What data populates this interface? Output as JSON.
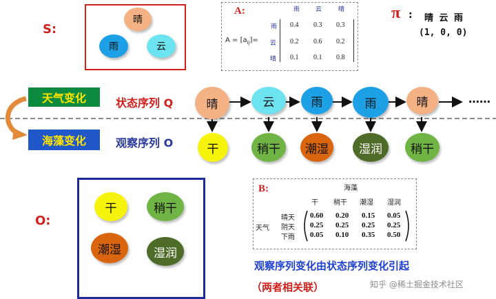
{
  "states": {
    "sunny": "晴",
    "cloudy": "云",
    "rainy": "雨"
  },
  "obs": {
    "dry": "干",
    "dryish": "稍干",
    "damp": "潮湿",
    "soggy": "湿润"
  },
  "labels": {
    "S": "S:",
    "A": "A:",
    "pi": "π",
    "pi_colon": ":",
    "pi_states": "晴 云 雨",
    "pi_values": "(1, 0, 0)",
    "aij": "A = [a",
    "aij_sub": "ij",
    "aij_end": "]=",
    "weather_change": "天气变化",
    "seaweed_change": "海藻变化",
    "state_seq": "状态序列 Q",
    "obs_seq": "观察序列 O",
    "O": "O:",
    "B": "B:",
    "seaweed": "海藻",
    "weather": "天气",
    "b_rows": [
      "晴天",
      "阴天",
      "下雨"
    ],
    "conclusion1": "观察序列变化由状态序列变化引起",
    "conclusion2": "（两者相关联）",
    "watermark": "知乎 @稀土掘金技术社区",
    "ellipsis": "……"
  },
  "A_matrix": {
    "cols": [
      "雨",
      "云",
      "晴"
    ],
    "rows": [
      "雨",
      "云",
      "晴"
    ],
    "values": [
      [
        "0.4",
        "0.3",
        "0.3"
      ],
      [
        "0.2",
        "0.6",
        "0.2"
      ],
      [
        "0.1",
        "0.1",
        "0.8"
      ]
    ]
  },
  "B_matrix": {
    "cols": [
      "干",
      "稍干",
      "潮湿",
      "湿润"
    ],
    "values": [
      [
        "0.60",
        "0.20",
        "0.15",
        "0.05"
      ],
      [
        "0.25",
        "0.25",
        "0.25",
        "0.25"
      ],
      [
        "0.05",
        "0.10",
        "0.35",
        "0.50"
      ]
    ]
  },
  "sequence": {
    "states": [
      "晴",
      "云",
      "雨",
      "雨",
      "晴"
    ],
    "observations": [
      "干",
      "稍干",
      "潮湿",
      "湿润",
      "稍干"
    ]
  },
  "colors": {
    "sunny": "#f4b183",
    "cloudy": "#6ee3f0",
    "rainy": "#1ea0e6",
    "dry": "#f6f30c",
    "dryish": "#71b446",
    "damp": "#d9650f",
    "soggy": "#4f6b28",
    "red": "#d0201c",
    "blue": "#2a3a9c"
  }
}
